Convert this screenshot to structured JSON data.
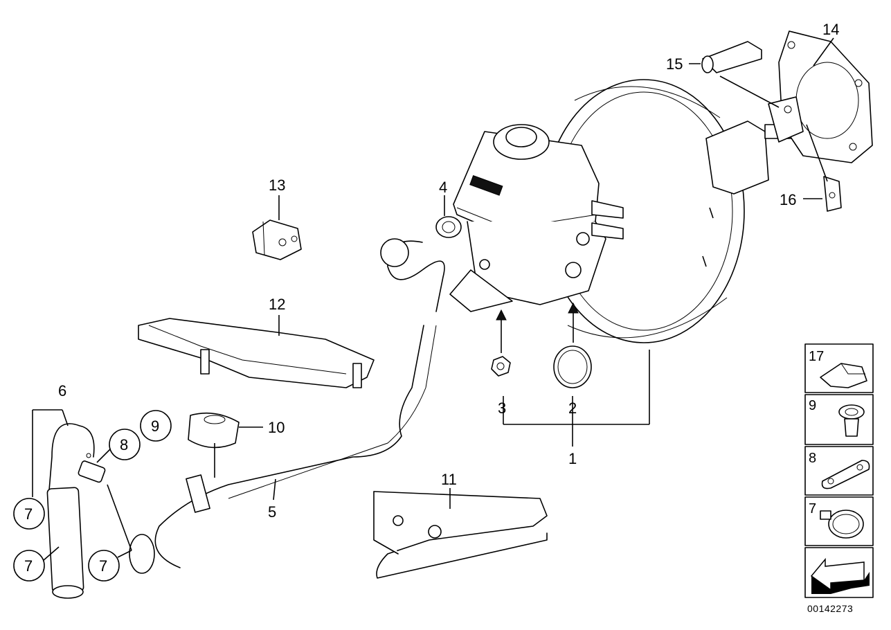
{
  "diagram": {
    "callouts": {
      "c1": "1",
      "c2": "2",
      "c3": "3",
      "c4": "4",
      "c5": "5",
      "c6": "6",
      "c7a": "7",
      "c7b": "7",
      "c7c": "7",
      "c8": "8",
      "c9": "9",
      "c10": "10",
      "c11": "11",
      "c12": "12",
      "c13": "13",
      "c14": "14",
      "c15": "15",
      "c16": "16"
    },
    "legend": {
      "l17": "17",
      "l9": "9",
      "l8": "8",
      "l7": "7"
    },
    "document_number": "00142273"
  }
}
